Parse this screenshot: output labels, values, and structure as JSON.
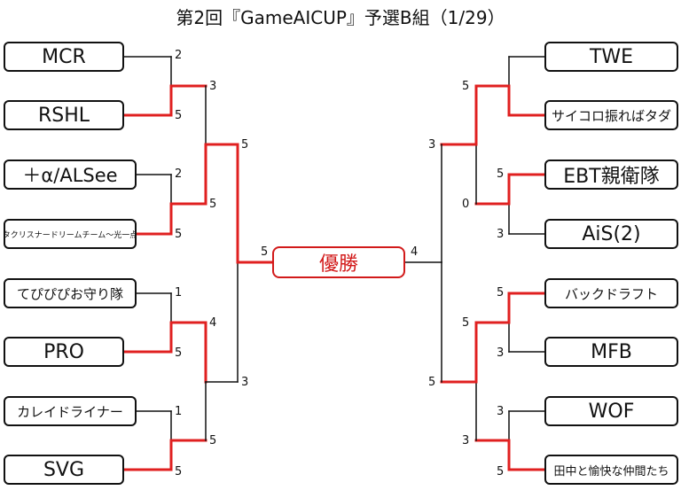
{
  "title": "第2回『GameAICUP』予選B組（1/29）",
  "champion_label": "優勝",
  "colors": {
    "winner_line": "#e02020",
    "loser_line": "#111111"
  },
  "left_teams": [
    {
      "name": "MCR",
      "score": "2"
    },
    {
      "name": "RSHL",
      "score": "5"
    },
    {
      "name": "＋α/ALSee",
      "score": "2"
    },
    {
      "name": "オタクリスナードリームチーム〜光一点〜",
      "score": "5"
    },
    {
      "name": "てぴぴぴお守り隊",
      "score": "1"
    },
    {
      "name": "PRO",
      "score": "5"
    },
    {
      "name": "カレイドライナー",
      "score": "1"
    },
    {
      "name": "SVG",
      "score": "5"
    }
  ],
  "left_round2_scores": [
    "3",
    "5",
    "4",
    "5"
  ],
  "left_semi_scores": [
    "5",
    "3"
  ],
  "left_final_score": "5",
  "right_teams": [
    {
      "name": "TWE",
      "score": ""
    },
    {
      "name": "サイコロ振ればタダ",
      "score": ""
    },
    {
      "name": "EBT親衛隊",
      "score": "5"
    },
    {
      "name": "AiS(2)",
      "score": "3"
    },
    {
      "name": "バックドラフト",
      "score": "5"
    },
    {
      "name": "MFB",
      "score": "3"
    },
    {
      "name": "WOF",
      "score": "3"
    },
    {
      "name": "田中と愉快な仲間たち",
      "score": "5"
    }
  ],
  "right_round2_scores": [
    "5",
    "0",
    "5",
    "3"
  ],
  "right_semi_scores": [
    "3",
    "5"
  ],
  "right_final_score": "4"
}
